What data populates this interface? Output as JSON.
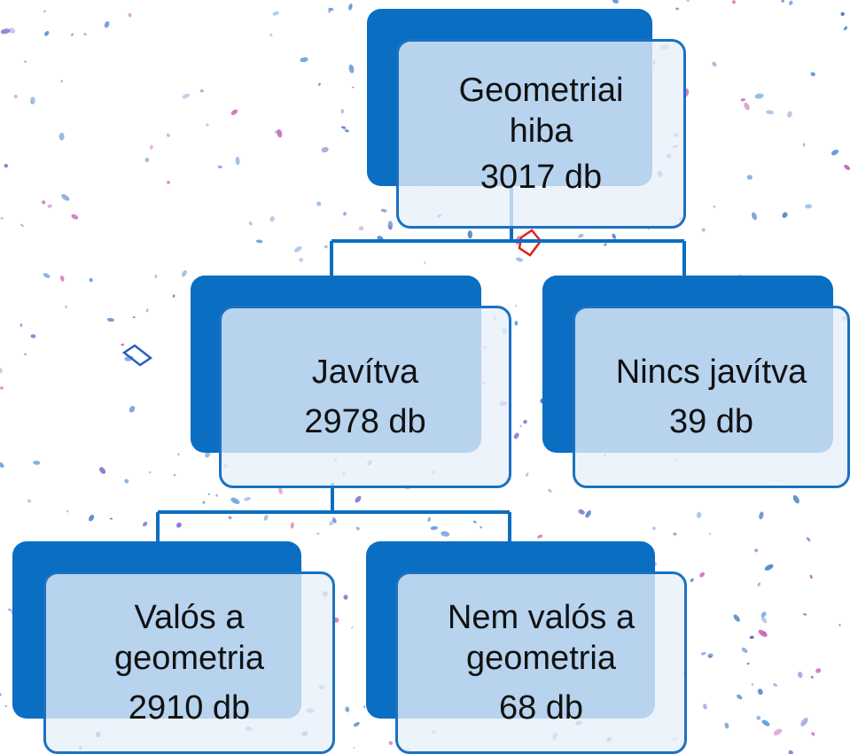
{
  "diagram": {
    "colors": {
      "back_fill": "#0a6ec2",
      "front_border": "#1a72c2",
      "front_fill": "#e8f0fa",
      "connector": "#0a6ec2",
      "text": "#111111"
    },
    "nodes": {
      "root": {
        "title": "Geometriai hiba",
        "count": "3017 db"
      },
      "fixed": {
        "title": "Javítva",
        "count": "2978 db"
      },
      "not_fixed": {
        "title": "Nincs javítva",
        "count": "39 db"
      },
      "real_geometry": {
        "title": "Valós a geometria",
        "count": "2910 db"
      },
      "not_real_geometry": {
        "title": "Nem valós a geometria",
        "count": "68 db"
      }
    }
  }
}
